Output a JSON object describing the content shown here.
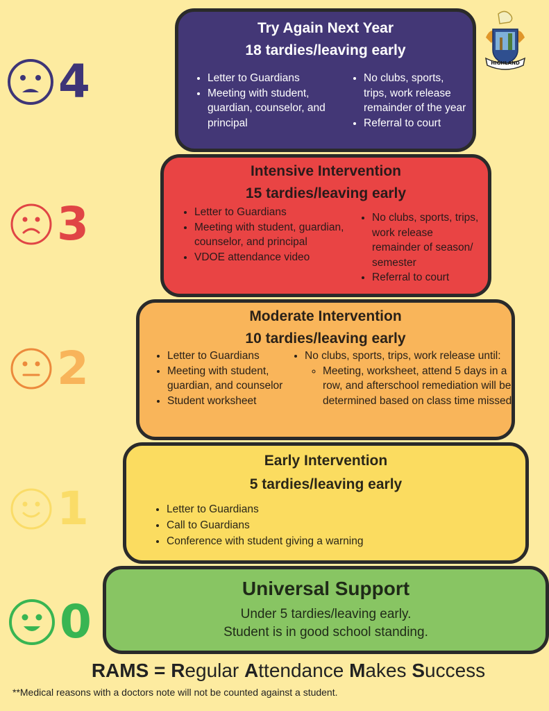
{
  "colors": {
    "background": "#fdeba0",
    "tier4": "#433776",
    "tier3": "#e94444",
    "tier2": "#f9b55a",
    "tier1": "#fbdc60",
    "tier0": "#88c563",
    "level4_icon": "#3e3577",
    "level3_icon": "#e04545",
    "level2_icon_face": "#ec8a3c",
    "level2_number": "#f8b45a",
    "level1_icon": "#fadc68",
    "level0_icon": "#38b552"
  },
  "logo": {
    "icon": "highland-crest-icon",
    "label": "HIGHLAND"
  },
  "tiers": [
    {
      "level": "4",
      "icon": "frowning-face-icon",
      "title": "Try Again Next Year",
      "threshold": "18 tardies/leaving early",
      "left_items": [
        "Letter to Guardians",
        "Meeting with student, guardian, counselor, and principal"
      ],
      "right_items": [
        "No clubs, sports, trips, work release remainder of the year",
        "Referral to court"
      ]
    },
    {
      "level": "3",
      "icon": "sad-face-icon",
      "title": "Intensive Intervention",
      "threshold": "15 tardies/leaving early",
      "left_items": [
        "Letter to Guardians",
        "Meeting with student, guardian, counselor, and principal",
        "VDOE attendance video"
      ],
      "right_items": [
        "No clubs, sports, trips, work release remainder of season/ semester",
        "Referral to court"
      ]
    },
    {
      "level": "2",
      "icon": "neutral-face-icon",
      "title": "Moderate Intervention",
      "threshold": "10 tardies/leaving early",
      "left_items": [
        "Letter to Guardians",
        "Meeting with student, guardian, and counselor",
        "Student worksheet"
      ],
      "right_items": [
        "No clubs, sports, trips, work release until:"
      ],
      "right_subitems": [
        "Meeting, worksheet, attend 5 days in a row, and afterschool remediation will be determined based on class time missed"
      ]
    },
    {
      "level": "1",
      "icon": "slight-smile-icon",
      "title": "Early Intervention",
      "threshold": "5 tardies/leaving early",
      "left_items": [
        "Letter to Guardians",
        "Call to Guardians",
        "Conference with student giving a warning"
      ]
    },
    {
      "level": "0",
      "icon": "happy-face-icon",
      "title": "Universal Support",
      "line1": "Under 5 tardies/leaving early.",
      "line2": "Student is in good school standing."
    }
  ],
  "rams": {
    "R": "R",
    "egular": "egular",
    "A": "A",
    "ttendance": "ttendance",
    "M": "M",
    "akes": "akes",
    "S": "S",
    "uccess": "uccess",
    "prefix": "RAMS = "
  },
  "footnote": "**Medical reasons with a doctors note will not be counted against a student."
}
